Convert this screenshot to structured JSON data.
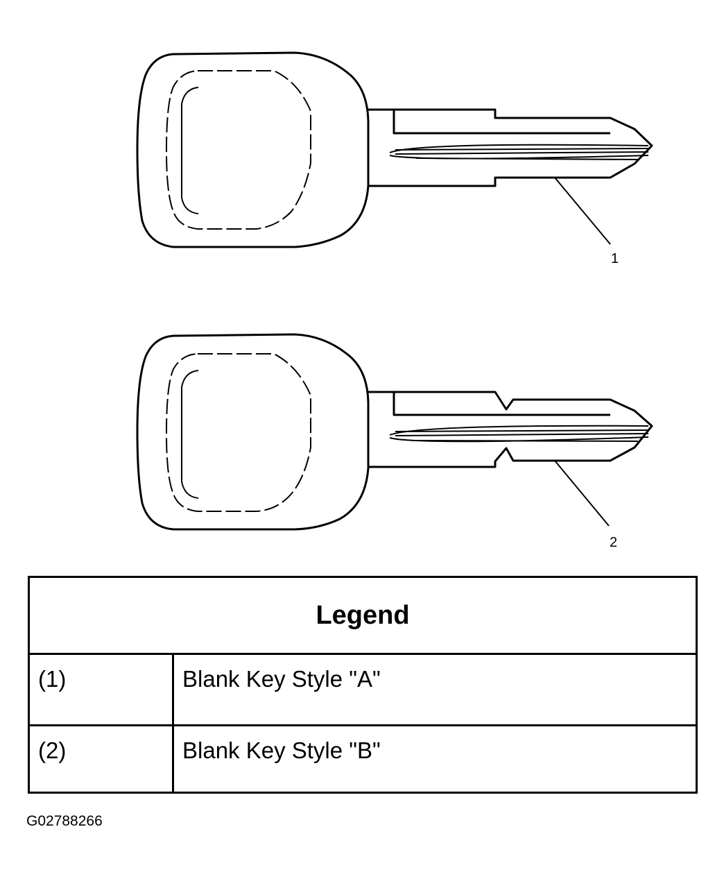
{
  "callouts": {
    "key_1": "1",
    "key_2": "2"
  },
  "legend": {
    "title": "Legend",
    "rows": [
      {
        "num": "(1)",
        "desc": "Blank Key Style \"A\""
      },
      {
        "num": "(2)",
        "desc": "Blank Key Style \"B\""
      }
    ]
  },
  "figure_id": "G02788266"
}
